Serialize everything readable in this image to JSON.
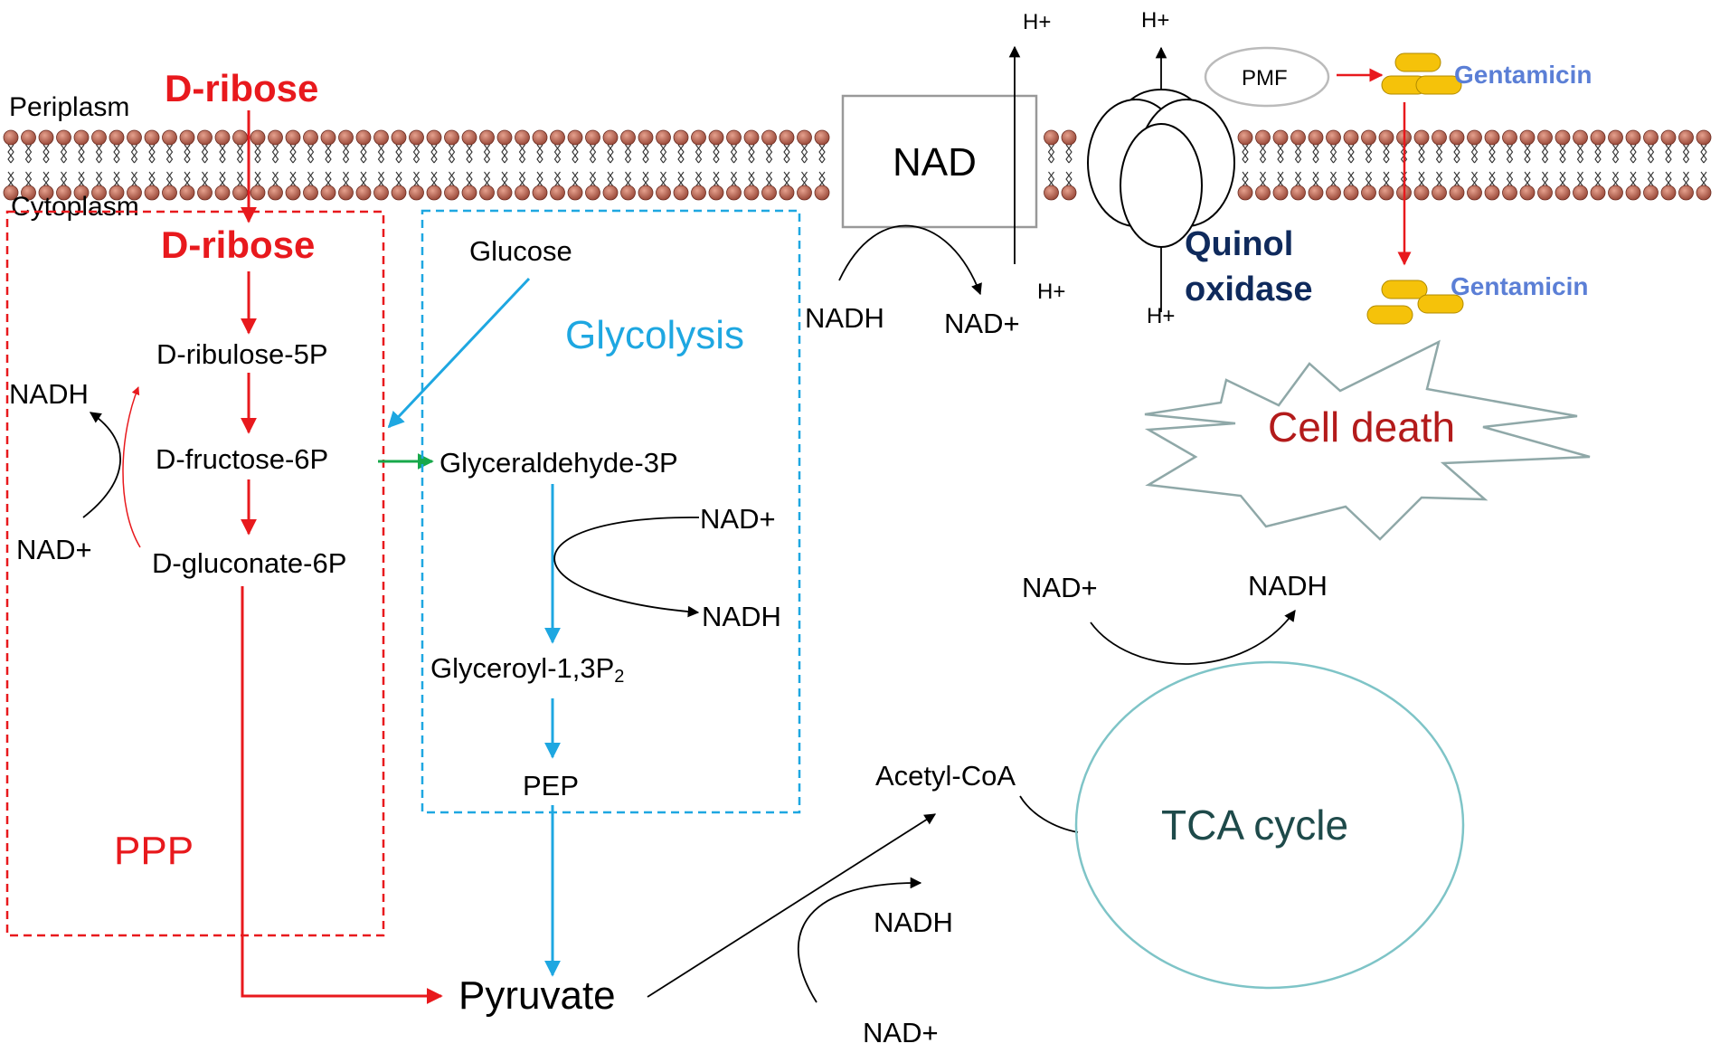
{
  "labels": {
    "periplasm": "Periplasm",
    "cytoplasm": "Cytoplasm",
    "d_ribose_top": "D-ribose",
    "d_ribose_cyto": "D-ribose",
    "ribulose": "D-ribulose-5P",
    "fructose": "D-fructose-6P",
    "gluconate": "D-gluconate-6P",
    "ppp_nadh": "NADH",
    "ppp_nadplus": "NAD+",
    "ppp": "PPP",
    "glucose": "Glucose",
    "glycolysis": "Glycolysis",
    "g3p": "Glyceraldehyde-3P",
    "gly_nadplus": "NAD+",
    "gly_nadh": "NADH",
    "glyceroyl": "Glyceroyl-1,3P",
    "glyceroyl_sub": "2",
    "pep": "PEP",
    "pyruvate": "Pyruvate",
    "acetyl_coa": "Acetyl-CoA",
    "pyr_nadh": "NADH",
    "pyr_nadplus": "NAD+",
    "tca": "TCA cycle",
    "tca_nadplus": "NAD+",
    "tca_nadh": "NADH",
    "nad_box": "NAD",
    "mem_nadh": "NADH",
    "mem_nadplus": "NAD+",
    "h_plus_1": "H+",
    "h_plus_2": "H+",
    "h_plus_3": "H+",
    "h_plus_4": "H+",
    "quinol": "Quinol",
    "oxidase": "oxidase",
    "pmf": "PMF",
    "gentamicin_out": "Gentamicin",
    "gentamicin_in": "Gentamicin",
    "cell_death": "Cell death"
  },
  "colors": {
    "red": "#e8191d",
    "blue": "#1ea7e1",
    "green": "#17a84a",
    "navy": "#0f2a5c",
    "gentamicin_text": "#5b7fd6",
    "cell_death": "#b31b1b",
    "teal_circle": "#7ec4c7",
    "tca_text": "#1e4a4a",
    "lipid_head": "#b06050",
    "pill": "#f5c20a",
    "star": "#8fa8a8"
  }
}
